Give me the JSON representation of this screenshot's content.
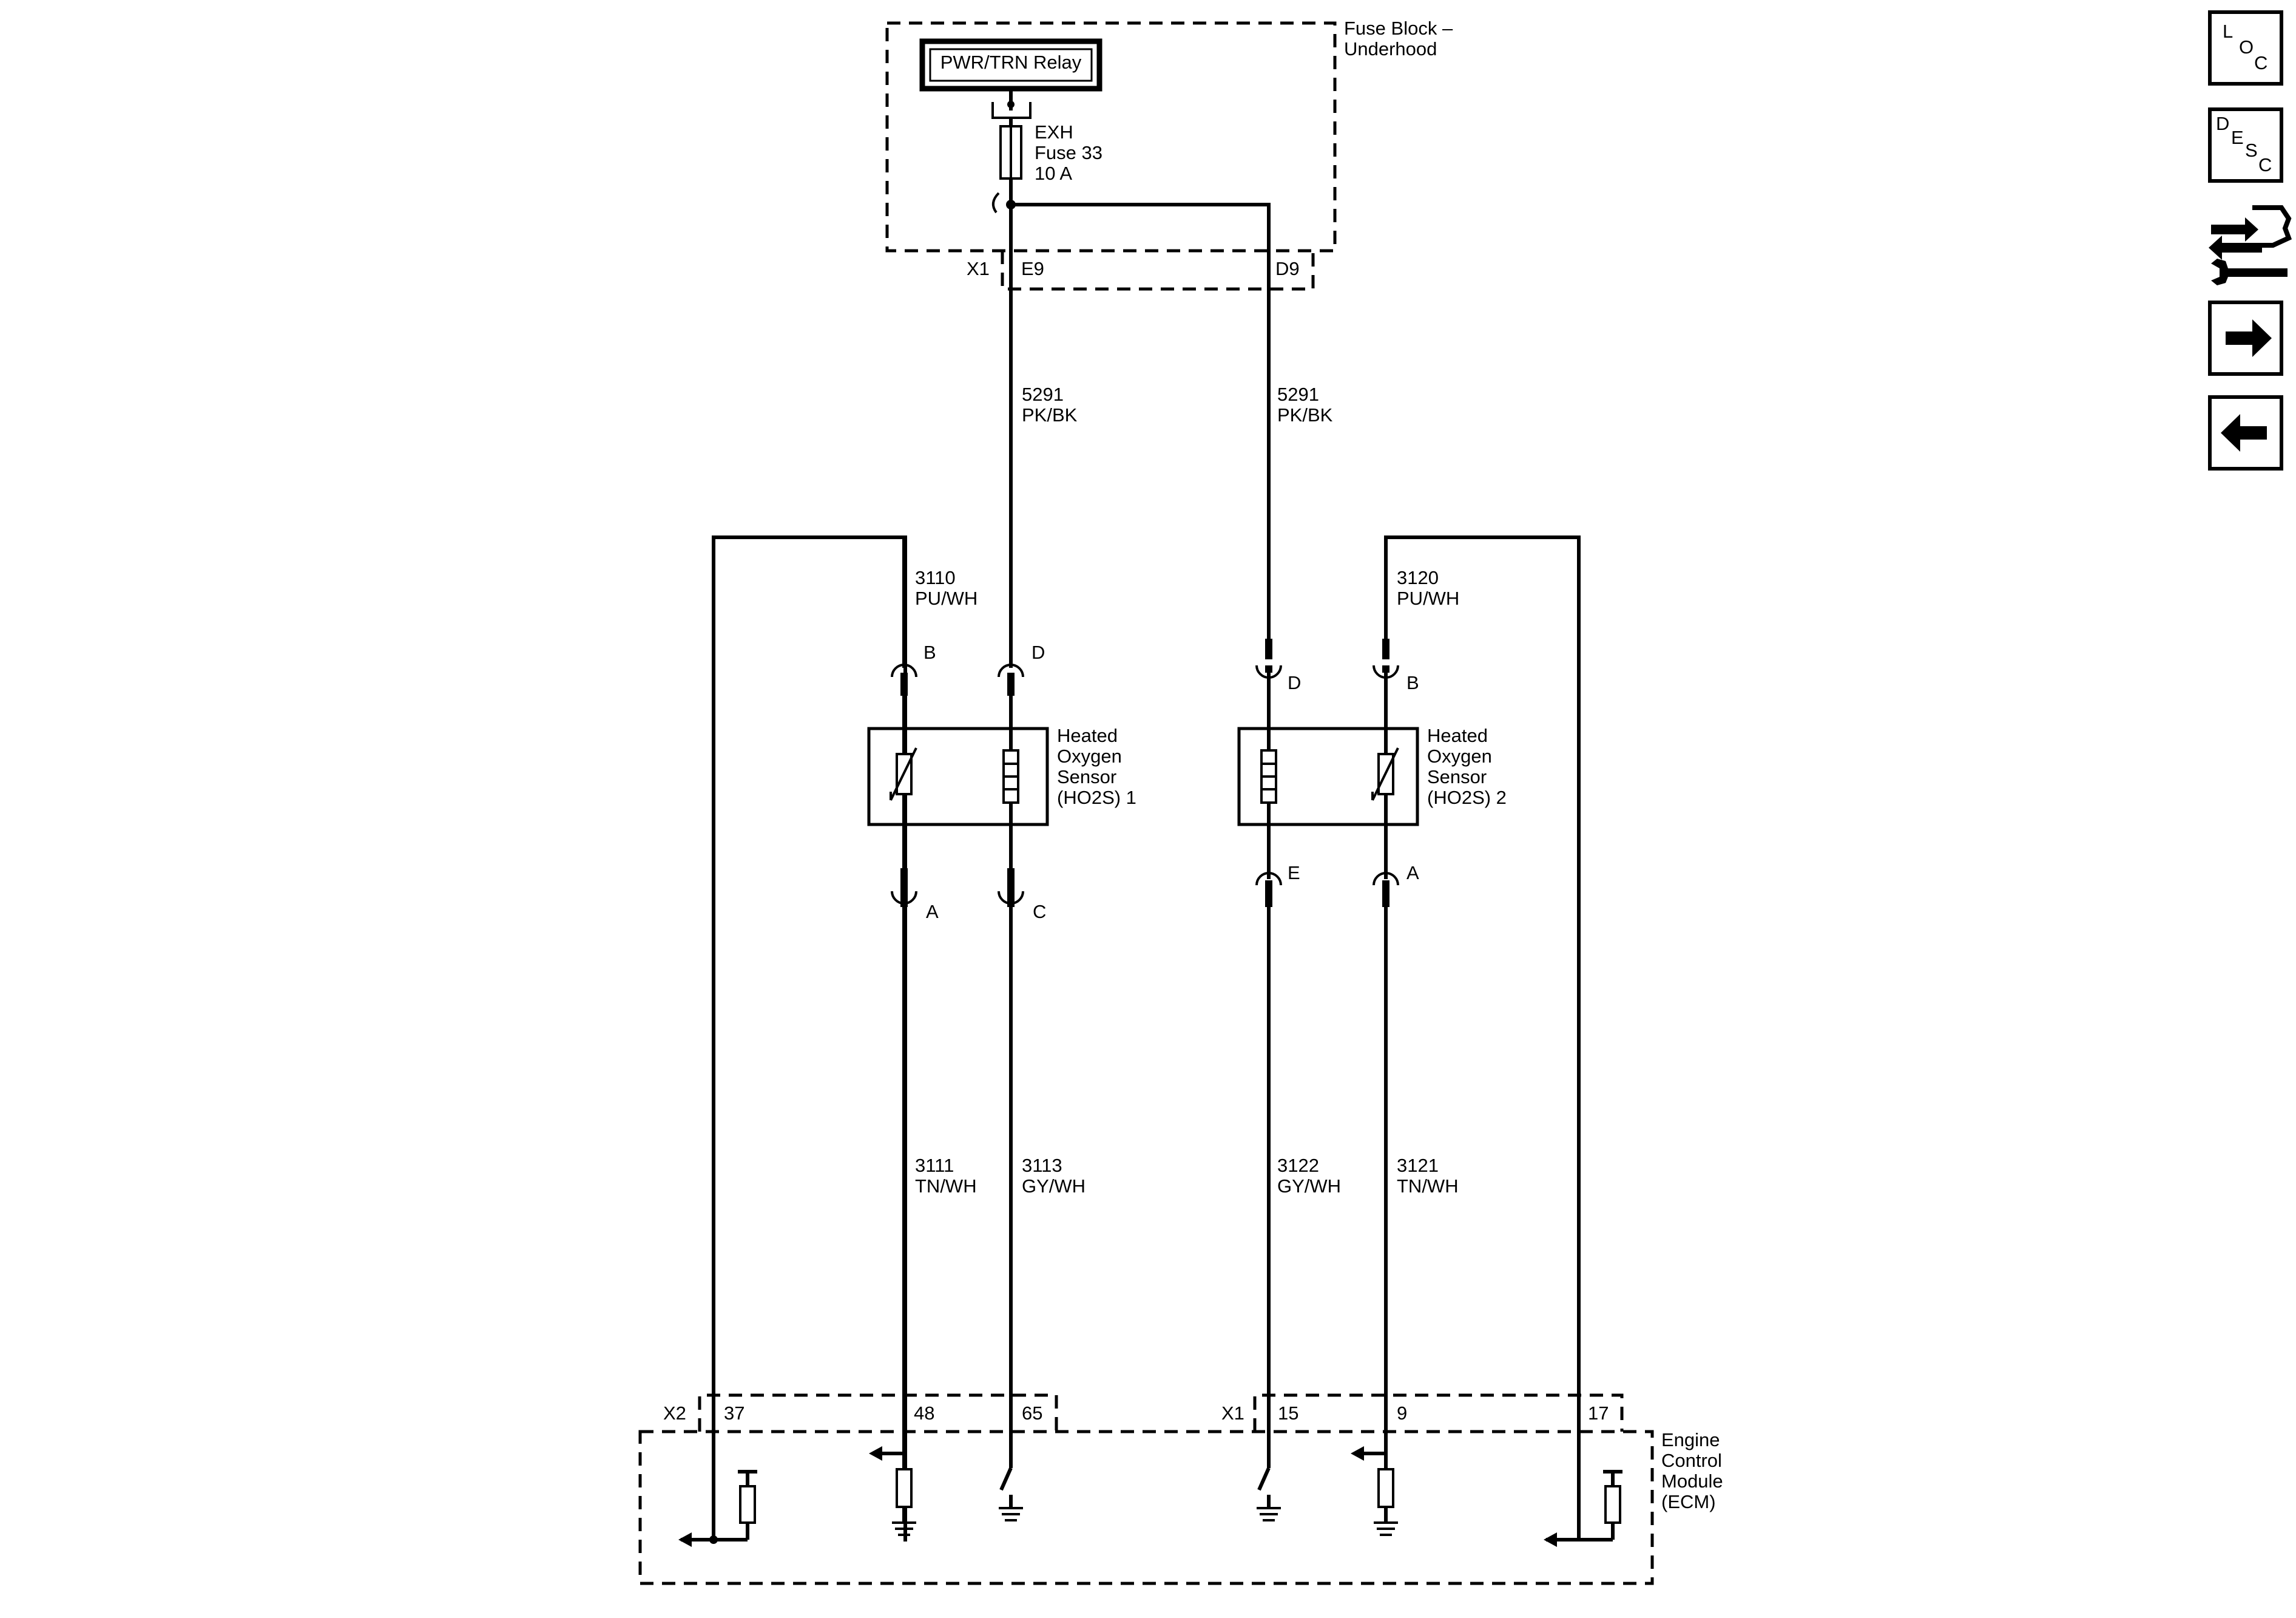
{
  "fuse_block": {
    "title_line1": "Fuse Block –",
    "title_line2": "Underhood",
    "relay": "PWR/TRN Relay",
    "fuse_line1": "EXH",
    "fuse_line2": "Fuse 33",
    "fuse_line3": "10 A",
    "connector": "X1",
    "pin_left": "E9",
    "pin_right": "D9"
  },
  "wires": {
    "feed_left_num": "5291",
    "feed_left_color": "PK/BK",
    "feed_right_num": "5291",
    "feed_right_color": "PK/BK",
    "s1_signal_num": "3110",
    "s1_signal_color": "PU/WH",
    "s2_signal_num": "3120",
    "s2_signal_color": "PU/WH",
    "s1_low_num": "3111",
    "s1_low_color": "TN/WH",
    "s1_heater_num": "3113",
    "s1_heater_color": "GY/WH",
    "s2_heater_num": "3122",
    "s2_heater_color": "GY/WH",
    "s2_low_num": "3121",
    "s2_low_color": "TN/WH"
  },
  "sensor1": {
    "line1": "Heated",
    "line2": "Oxygen",
    "line3": "Sensor",
    "line4": "(HO2S) 1",
    "pin_top_left": "B",
    "pin_top_right": "D",
    "pin_bottom_left": "A",
    "pin_bottom_right": "C"
  },
  "sensor2": {
    "line1": "Heated",
    "line2": "Oxygen",
    "line3": "Sensor",
    "line4": "(HO2S) 2",
    "pin_top_left": "D",
    "pin_top_right": "B",
    "pin_bottom_left": "E",
    "pin_bottom_right": "A"
  },
  "ecm": {
    "line1": "Engine",
    "line2": "Control",
    "line3": "Module",
    "line4": "(ECM)",
    "x2_connector": "X2",
    "x1_connector": "X1",
    "pin_37": "37",
    "pin_48": "48",
    "pin_65": "65",
    "pin_15": "15",
    "pin_9": "9",
    "pin_17": "17"
  },
  "nav": {
    "loc_l": "L",
    "loc_o": "O",
    "loc_c": "C",
    "desc_d": "D",
    "desc_e": "E",
    "desc_s": "S",
    "desc_c": "C",
    "icon_repair": "connector-repair-icon",
    "icon_next": "arrow-right-icon",
    "icon_prev": "arrow-left-icon"
  }
}
